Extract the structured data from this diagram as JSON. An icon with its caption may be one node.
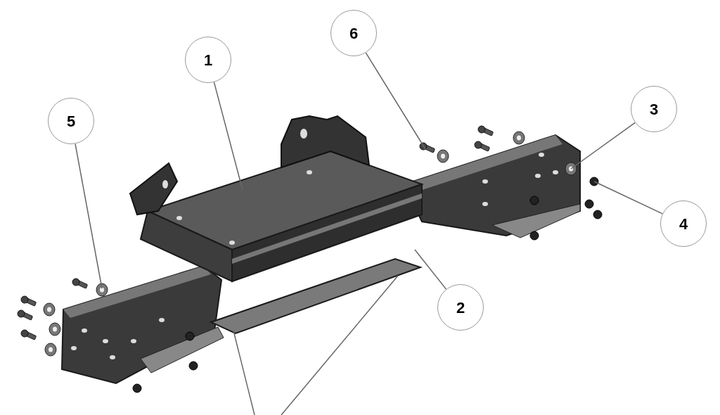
{
  "diagram": {
    "nodes": [
      {
        "text": [
          "1"
        ]
      },
      {
        "text": [
          "6"
        ]
      },
      {
        "text": [
          "3"
        ]
      },
      {
        "text": [
          "5"
        ]
      },
      {
        "text": [
          "4"
        ]
      },
      {
        "text": [
          "2"
        ]
      },
      {
        "text": [],
        "shape": "bar"
      }
    ],
    "edges": [
      {
        "from": 0,
        "to": null,
        "arrow": "none"
      },
      {
        "from": 1,
        "to": null,
        "arrow": "none"
      },
      {
        "from": 2,
        "to": null,
        "arrow": "none"
      },
      {
        "from": 3,
        "to": null,
        "arrow": "none"
      },
      {
        "from": 4,
        "to": null,
        "arrow": "none"
      },
      {
        "from": 5,
        "to": null,
        "arrow": "none"
      },
      {
        "from": null,
        "to": 6,
        "arrow": "none"
      },
      {
        "from": null,
        "to": 6,
        "arrow": "none"
      }
    ]
  }
}
